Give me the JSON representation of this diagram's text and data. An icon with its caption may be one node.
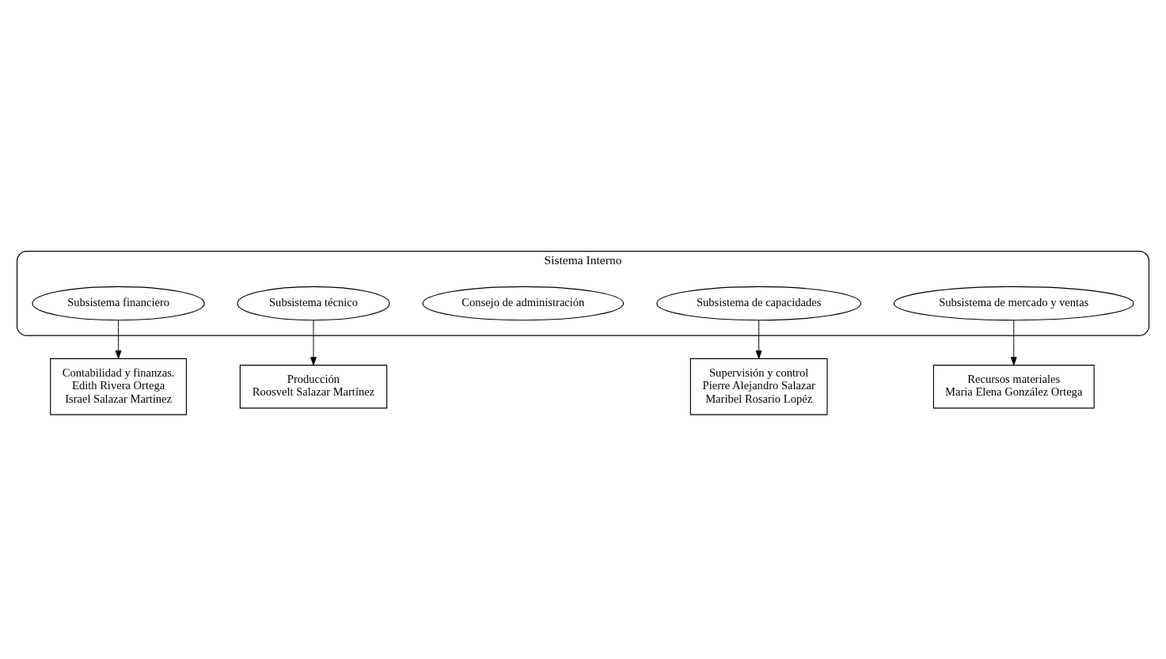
{
  "diagram": {
    "nodes": [
      {
        "text": [
          "Contabilidad y finanzas.",
          "Edith Rivera Ortega",
          "Israel Salazar Martinez"
        ]
      },
      {
        "text": [
          "Producción",
          "Roosvelt Salazar Martínez"
        ]
      },
      {
        "text": [
          "Sistema Interno"
        ]
      },
      {
        "text": [
          "Subsistema financiero"
        ],
        "in": 2
      },
      {
        "text": [
          "Subsistema técnico"
        ],
        "in": 2
      },
      {
        "text": [
          "Consejo de administración"
        ],
        "in": 2
      },
      {
        "text": [
          "Subsistema de capacidades"
        ],
        "in": 2
      },
      {
        "text": [
          "Subsistema de mercado y ventas"
        ],
        "in": 2
      },
      {
        "text": [
          "Supervisión y control",
          "Pierre Alejandro Salazar",
          "Maribel Rosario Lopéz"
        ]
      },
      {
        "text": [
          "Recursos materiales",
          "Maria Elena González Ortega"
        ]
      }
    ],
    "edges": [
      {
        "from": 3,
        "to": 0,
        "arrow": "to"
      },
      {
        "from": 4,
        "to": 1,
        "arrow": "to"
      },
      {
        "from": 6,
        "to": 8,
        "arrow": "to"
      },
      {
        "from": 7,
        "to": 9,
        "arrow": "to"
      }
    ]
  }
}
